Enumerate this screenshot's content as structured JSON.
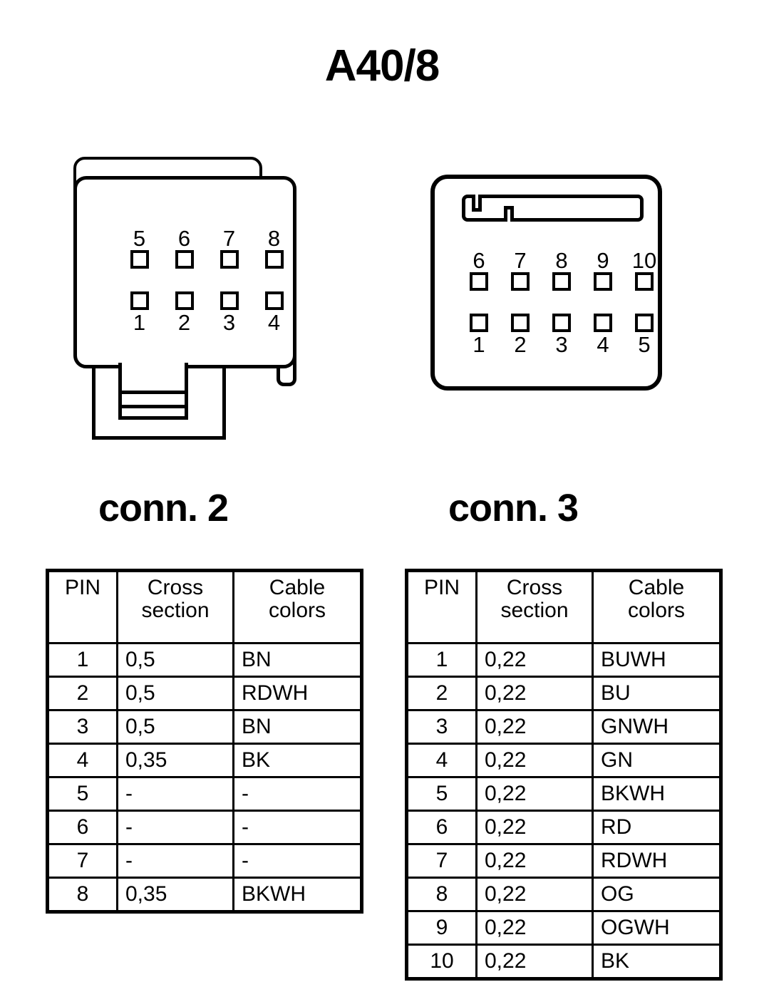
{
  "title": "A40/8",
  "connectors": [
    {
      "id": "conn2",
      "caption": "conn. 2",
      "pin_count": 8,
      "top_row_numbers": [
        "5",
        "6",
        "7",
        "8"
      ],
      "bottom_row_numbers": [
        "1",
        "2",
        "3",
        "4"
      ]
    },
    {
      "id": "conn3",
      "caption": "conn. 3",
      "pin_count": 10,
      "top_row_numbers": [
        "6",
        "7",
        "8",
        "9",
        "10"
      ],
      "bottom_row_numbers": [
        "1",
        "2",
        "3",
        "4",
        "5"
      ]
    }
  ],
  "table_headers": {
    "pin": "PIN",
    "cross_line1": "Cross",
    "cross_line2": "section",
    "color_line1": "Cable",
    "color_line2": "colors"
  },
  "tables": {
    "conn2": {
      "rows": [
        {
          "pin": "1",
          "cross_section": "0,5",
          "cable_colors": "BN"
        },
        {
          "pin": "2",
          "cross_section": "0,5",
          "cable_colors": "RDWH"
        },
        {
          "pin": "3",
          "cross_section": "0,5",
          "cable_colors": "BN"
        },
        {
          "pin": "4",
          "cross_section": "0,35",
          "cable_colors": "BK"
        },
        {
          "pin": "5",
          "cross_section": "-",
          "cable_colors": "-"
        },
        {
          "pin": "6",
          "cross_section": "-",
          "cable_colors": "-"
        },
        {
          "pin": "7",
          "cross_section": "-",
          "cable_colors": "-"
        },
        {
          "pin": "8",
          "cross_section": "0,35",
          "cable_colors": "BKWH"
        }
      ]
    },
    "conn3": {
      "rows": [
        {
          "pin": "1",
          "cross_section": "0,22",
          "cable_colors": "BUWH"
        },
        {
          "pin": "2",
          "cross_section": "0,22",
          "cable_colors": "BU"
        },
        {
          "pin": "3",
          "cross_section": "0,22",
          "cable_colors": "GNWH"
        },
        {
          "pin": "4",
          "cross_section": "0,22",
          "cable_colors": "GN"
        },
        {
          "pin": "5",
          "cross_section": "0,22",
          "cable_colors": "BKWH"
        },
        {
          "pin": "6",
          "cross_section": "0,22",
          "cable_colors": "RD"
        },
        {
          "pin": "7",
          "cross_section": "0,22",
          "cable_colors": "RDWH"
        },
        {
          "pin": "8",
          "cross_section": "0,22",
          "cable_colors": "OG"
        },
        {
          "pin": "9",
          "cross_section": "0,22",
          "cable_colors": "OGWH"
        },
        {
          "pin": "10",
          "cross_section": "0,22",
          "cable_colors": "BK"
        }
      ]
    }
  },
  "colors": {
    "line": "#000000",
    "background": "#ffffff"
  }
}
